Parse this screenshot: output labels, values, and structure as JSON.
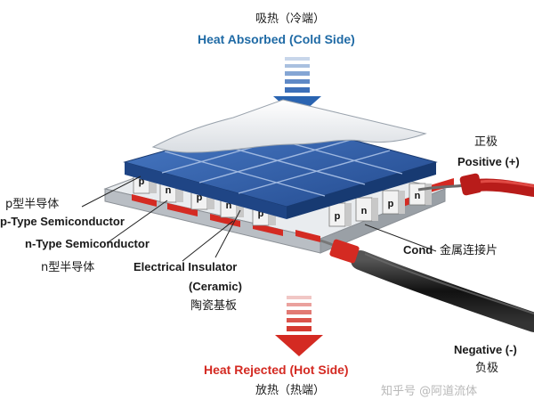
{
  "top": {
    "zh": "吸热（冷端）",
    "en": "Heat Absorbed (Cold Side)"
  },
  "bottom": {
    "en": "Heat Rejected (Hot Side)",
    "zh": "放热（热端）"
  },
  "positive": {
    "zh": "正极",
    "en": "Positive (+)"
  },
  "negative": {
    "en": "Negative (-)",
    "zh": "负极"
  },
  "p_type": {
    "zh": "p型半导体",
    "en": "p-Type Semiconductor"
  },
  "n_type": {
    "en": "n-Type Semiconductor",
    "zh": "n型半导体"
  },
  "insulator": {
    "en_line1": "Electrical Insulator",
    "en_line2": "(Ceramic)",
    "zh": "陶瓷基板"
  },
  "conductor": {
    "en_partial": "Cond",
    "zh": "金属连接片"
  },
  "leg_labels": {
    "p": "p",
    "n": "n"
  },
  "watermark": "知乎号 @阿道流体",
  "colors": {
    "blue_label": "#1f6aa5",
    "red_label": "#d42a22",
    "plate": "#2f5fb0",
    "conductor": "#d42a22"
  }
}
